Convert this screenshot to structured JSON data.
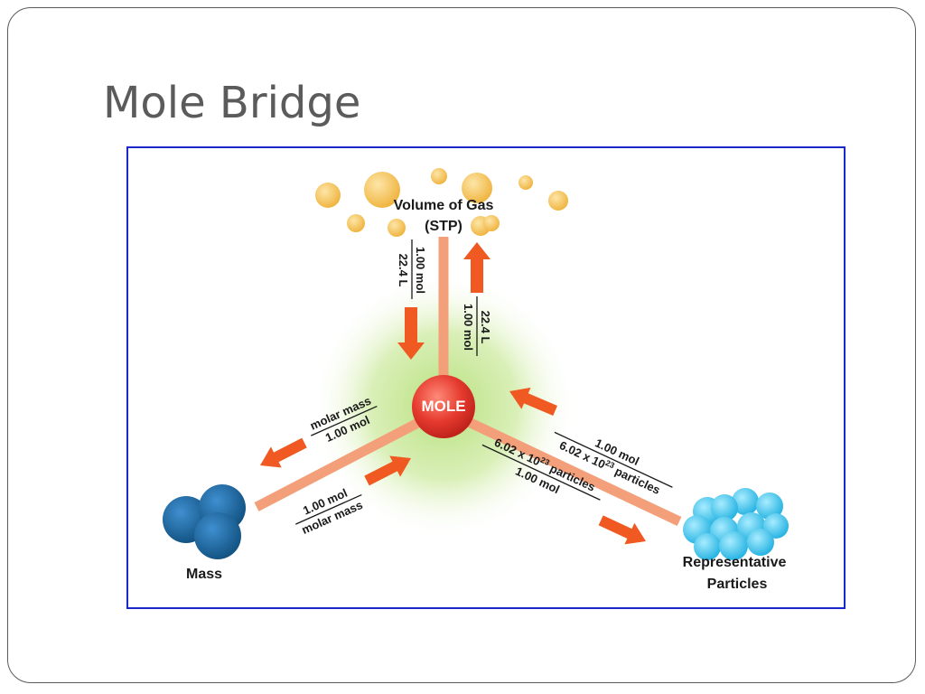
{
  "title": "Mole Bridge",
  "colors": {
    "frame": "#5a5a5a",
    "diagram_border": "#1a27c9",
    "mole": "#e53a2e",
    "arrow": "#f05a22",
    "beam": "#f3a07a",
    "glow": "#9fd46a",
    "gas": "#f5c45a",
    "mass": "#1c6aa8",
    "particles": "#38c4ec"
  },
  "diagram": {
    "center": "MOLE",
    "gas": {
      "line1": "Volume of Gas",
      "line2": "(STP)"
    },
    "mass": "Mass",
    "particles": {
      "line1": "Representative",
      "line2": "Particles"
    },
    "conversions": {
      "gas_to_mole": {
        "num": "1.00 mol",
        "den": "22.4 L"
      },
      "mole_to_gas": {
        "num": "22.4 L",
        "den": "1.00 mol"
      },
      "mole_to_mass": {
        "num": "molar mass",
        "den": "1.00 mol"
      },
      "mass_to_mole": {
        "num": "1.00 mol",
        "den": "molar mass"
      },
      "particles_to_mole": {
        "num": "1.00 mol",
        "den_base": "6.02 x 10",
        "den_exp": "23",
        "den_tail": " particles"
      },
      "mole_to_particles": {
        "num_base": "6.02 x 10",
        "num_exp": "23",
        "num_tail": " particles",
        "den": "1.00 mol"
      }
    }
  }
}
